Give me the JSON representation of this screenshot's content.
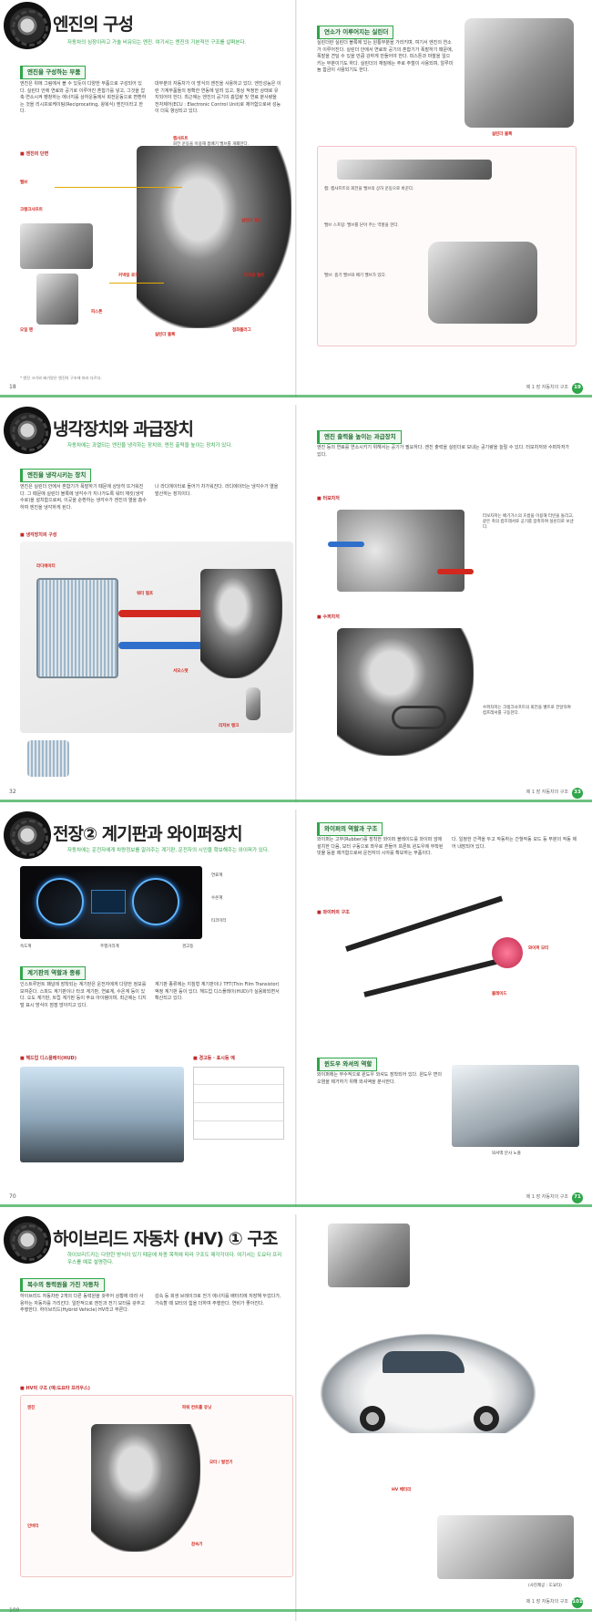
{
  "spread1": {
    "title": "엔진의 구성",
    "subtitle": "자동차의 심장이라고 가솔 비유되는 엔진. 여기서는 엔진의 기본적인 구조를 살펴본다.",
    "left_section": "엔진을 구성하는 부품",
    "left_para_1": "엔진은 위에 그림에서 볼 수 있듯이 다양한 부품으로 구성되어 있다. 실린더 안에 연료와 공기로 이루어진 혼합기를 넣고, 그것을 압축·연소시켜 팽창하는 에너지를 상하운동에서 회전운동으로 변환하는 것을 리시프로케이팅(Reciprocating, 왕복식) 엔진이라고 한다.",
    "left_para_2": "대부분의 자동차가 이 방식의 엔진을 사용하고 있다. 엔진성능은 이런 기계부품들의 정확한 연동에 달려 있고, 항상 적정한 상태로 유지되어야 한다. 최근에는 엔진의 공기의 흡입량 및 연료 분사량을 전자제어(ECU : Electronic Control Unit)로 제어함으로써 성능이 더욱 향상되고 있다.",
    "fig_label": "엔진의 단면",
    "labels": {
      "camshaft": "캠샤프트",
      "cam_desc": "회전 운동을 이용해 흡배기 밸브를 개폐한다.",
      "piston": "피스톤",
      "crankshaft": "크랭크샤프트",
      "oilpan": "오일 팬",
      "valve": "밸브",
      "spark": "점화플러그",
      "conrod": "커넥팅 로드",
      "cylinder": "실린더 블록",
      "head": "실린더 헤드",
      "timing": "타이밍 벨트"
    },
    "footnote": "* 엔진 크기와 배기량은 엔진의 구조에 따라 다르다.",
    "right_section": "연소가 이루어지는 실린더",
    "right_para": "실린더란 실린더 블록에 있는 원통부분을 가리키며, 여기서 엔진의 연소가 이루어진다. 실린더 안에서 연료와 공기의 혼합기가 폭발하기 때문에, 폭발을 견딜 수 있을 만큼 강하게 만들어야 한다. 피스톤과 마찰을 일으키는 부분이기도 하다. 실린더의 재질에는 주로 주철이 사용되며, 알루미늄 합금이 사용되기도 한다.",
    "sub_label": "실린더 블록",
    "right_caps": [
      "캠: 캠샤프트의 회전을 밸브의 상하 운동으로 바꾼다.",
      "밸브 스프링: 밸브를 닫아 주는 역할을 한다.",
      "밸브: 흡기 밸브와 배기 밸브가 있다."
    ],
    "page_left": "18",
    "page_right": "19",
    "running": "제 1 장 자동차의 구조"
  },
  "spread2": {
    "title": "냉각장치와 과급장치",
    "subtitle": "자동차에는 과열되는 엔진을 냉각하는 장치와, 엔진 출력을 높이는 장치가 있다.",
    "left_section": "엔진을 냉각시키는 장치",
    "left_para": "엔진은 실린더 안에서 혼합기가 폭발하기 때문에 상당히 뜨거워진다. 그 때문에 실린더 블록에 냉각수가 지나가도록 워터 재킷(냉각수로)을 설치함으로써, 이곳을 순환하는 냉각수가 엔진의 열을 흡수하여 엔진을 냉각하게 된다.",
    "left_para_2": "나 라디에이터로 들어가 차가워진다. 라디에이터는 냉각수가 열을 발산하는 장치이다.",
    "fig_label": "냉각장치의 구성",
    "cap_radiator": "라디에이터",
    "cap_pump": "워터 펌프",
    "cap_thermo": "서모스탯",
    "cap_reserve": "리저브 탱크",
    "right_section": "엔진 출력을 높이는 과급장치",
    "right_para": "엔진 등의 연료를 연소시키기 위해서는 공기가 필요하다. 엔진 출력을 실린더로 보내는 공기량을 늘릴 수 있다. 터보차저와 수퍼차저가 있다.",
    "fig_turbo": "터보차저",
    "fig_super": "수퍼차저",
    "cap_turbo": "터보차저는 배기가스의 흐름을 이용해 터빈을 돌리고, 같은 축의 컴프레서로 공기를 압축하여 실린더로 보낸다.",
    "cap_super": "수퍼차저는 크랭크샤프트의 회전을 벨트로 전달하여 컴프레서를 구동한다.",
    "page_left": "32",
    "page_right": "33",
    "running": "제 1 장 자동차의 구조"
  },
  "spread3": {
    "title": "전장② 계기판과 와이퍼장치",
    "subtitle": "자동차에는 운전자에게 차량정보를 알려주는 계기판, 운전자의 시인을 확보해주는 와이퍼가 있다.",
    "gauge_caps": [
      "속도계",
      "연료계",
      "수온계",
      "타코미터",
      "주행거리계",
      "경고등"
    ],
    "left_section": "계기판의 역할과 종류",
    "left_para": "인스트루먼트 패널에 장착되는 계기판은 운전자에게 다양한 정보를 보여준다. 스피드 계기판이나 타코 계기판, 연료계, 수온계 등이 있다. 오도 계기판, 트립 계기판 등이 주요 아이템이며, 최근에는 디지털 표시 방식이 점점 많아지고 있다.",
    "left_para_2": "계기판 종류에는 지침형 계기판이나 TFT(Thin Film Transistor) 액정 계기판 등이 있다. 헤드업 디스플레이(HUD)가 실용화되면서 확산되고 있다.",
    "fig_hud": "헤드업 디스플레이(HUD)",
    "fig_warn": "경고등 · 표시등 예",
    "right_section": "와이퍼의 역할과 구조",
    "right_para": "와이퍼는 고무(Rubber)를 장착한 와이퍼 블레이드를 와이퍼 암에 설치한 다음, 모터 구동으로 좌우로 흔들어 프론트 윈도우에 부착된 빗물 등을 제거함으로써 운전자의 시야를 확보하는 부품이다.",
    "right_para_2": "다. 일정한 간격을 두고 작동하는 간헐작동 모드 등 부분의 작동 제어 내장되어 있다.",
    "fig_wiper": "와이퍼의 구조",
    "cap_motor": "와이퍼 모터",
    "cap_blade": "블레이드",
    "sec_washer": "윈도우 와셔의 역할",
    "washer_para": "와이퍼에는 부수적으로 윈도우 와셔도 장착되어 있다. 윈도우 면의 오염을 제거하기 위해 와셔액을 분사한다.",
    "cap_nozzle": "와셔액 분사 노즐",
    "page_left": "70",
    "page_right": "71",
    "running": "제 1 장 자동차의 구조"
  },
  "spread4": {
    "title": "하이브리드 자동차 (HV) ① 구조",
    "subtitle": "하이브리드카는 다양한 방식이 있기 때문에 차종 목적에 따라 구조도 제각각이다. 여기서는 도요타 프리우스를 예로 설명한다.",
    "left_section": "복수의 동력원을 가진 자동차",
    "left_para": "하이브리드 자동차란 2개의 다른 동력원을 갖추어 상황에 따라 사용하는 자동차를 가리킨다. 일반적으로 엔진과 전기 모터를 갖추고 주행한다. 하이브리드(Hybrid Vehicle) HV라고 부른다.",
    "left_para_2": "감속 등 회생 브레이크로 전기 에너지를 배터리에 저장해 두었다가, 가속할 때 모터의 힘을 더하여 주행한다. 연비가 좋아진다.",
    "fig_label": "HV의 구조 (예:도요타 프리우스)",
    "cap_engine": "엔진",
    "cap_pcu": "파워 컨트롤 유닛",
    "cap_battery": "HV 배터리",
    "cap_motor": "모터 / 발전기",
    "cap_inverter": "인버터",
    "cap_reducer": "감속기",
    "credit": "(사진제공 : 도요타)",
    "page_left": "100",
    "page_right": "101",
    "running": "제 1 장 자동차의 구조"
  }
}
